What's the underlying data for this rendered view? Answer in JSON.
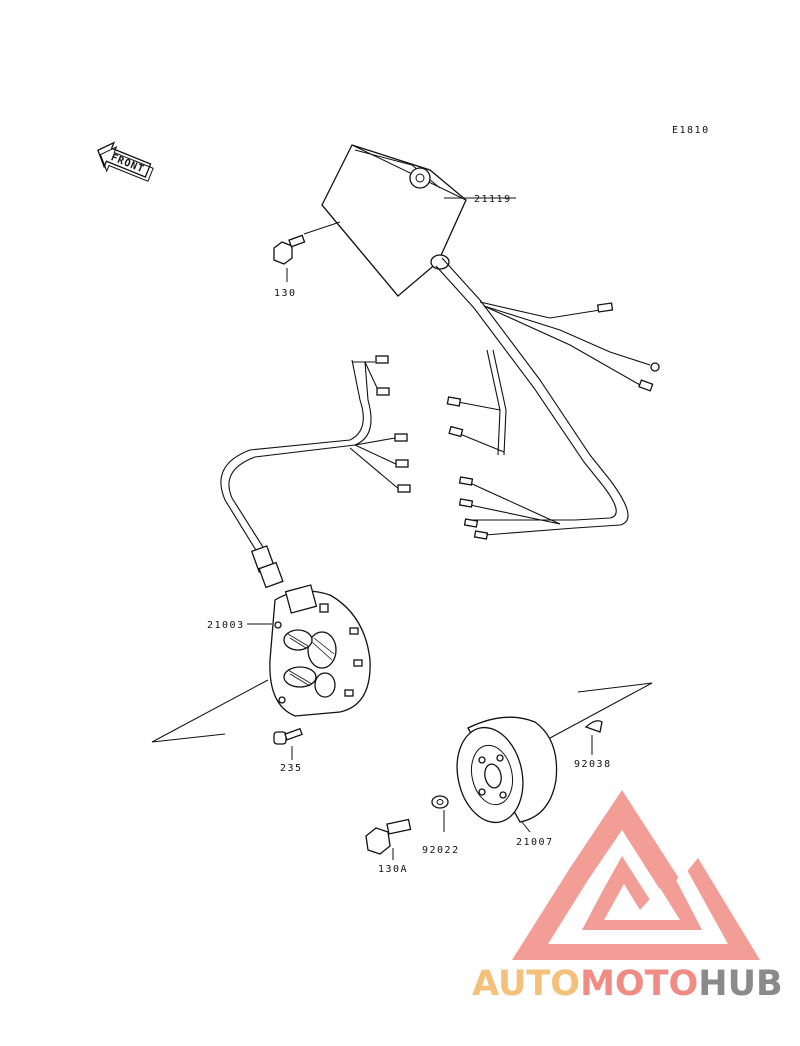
{
  "diagram_code": "E1810",
  "front_label": "FRONT",
  "callouts": [
    {
      "id": "21119"
    },
    {
      "id": "130"
    },
    {
      "id": "21003"
    },
    {
      "id": "235"
    },
    {
      "id": "92038"
    },
    {
      "id": "92022"
    },
    {
      "id": "21007"
    },
    {
      "id": "130A"
    }
  ],
  "watermark": {
    "text_part1": "AUTO",
    "text_part2": "MOTO",
    "text_part3": "HUB",
    "colors": {
      "auto": "#f5c07a",
      "moto": "#f08c84",
      "hub": "#8a8a8a",
      "logo": "#f08c84"
    }
  }
}
